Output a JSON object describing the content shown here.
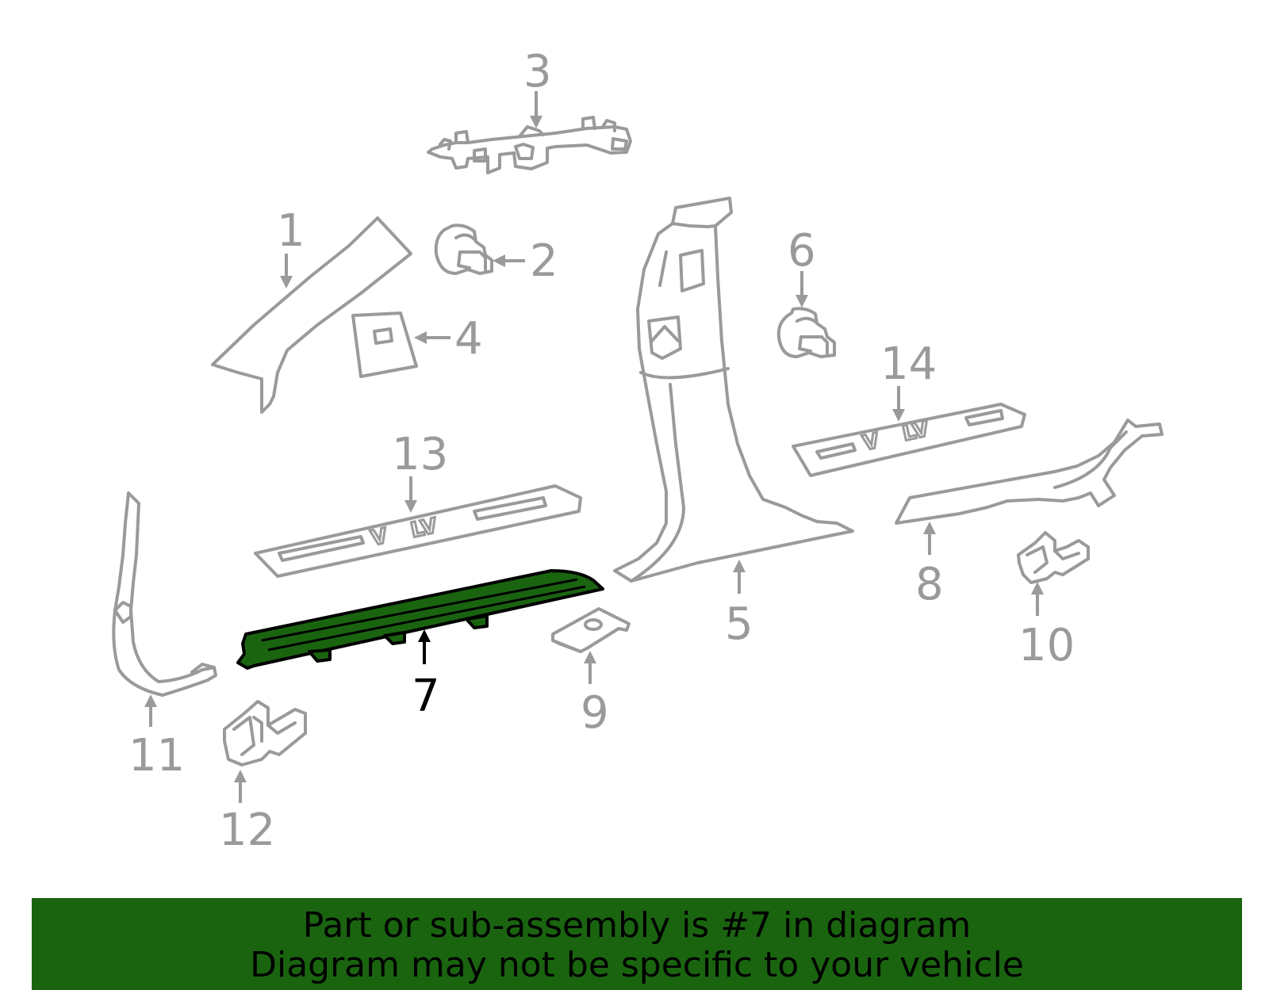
{
  "callouts": {
    "c1": "1",
    "c2": "2",
    "c3": "3",
    "c4": "4",
    "c5": "5",
    "c6": "6",
    "c7": "7",
    "c8": "8",
    "c9": "9",
    "c10": "10",
    "c11": "11",
    "c12": "12",
    "c13": "13",
    "c14": "14"
  },
  "sill_plate_13": {
    "badge_v": "V",
    "badge_lv": "LV"
  },
  "sill_plate_14": {
    "badge_v": "V",
    "badge_lv": "LV"
  },
  "banner": {
    "line1": "Part or sub-assembly is #7 in diagram",
    "line2": "Diagram may not be specific to your vehicle"
  },
  "colors": {
    "highlight": "#1a6410",
    "banner_bg": "#1a6410",
    "part_stroke": "#9a9a9a"
  }
}
